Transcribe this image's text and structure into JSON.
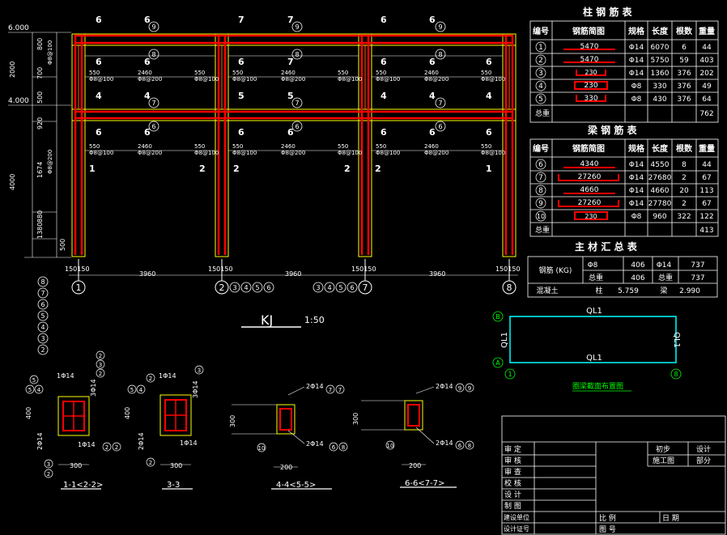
{
  "elevation": {
    "title": "KJ",
    "scale": "1:50",
    "levels": [
      "6.000",
      "4.000"
    ],
    "left_dims": [
      "800",
      "700",
      "500",
      "920",
      "1674",
      "880",
      "1380",
      "500"
    ],
    "left_small": [
      "Φ8@100",
      "Φ8@200"
    ],
    "spans": [
      "3960",
      "3960",
      "3960"
    ],
    "gap": "150150",
    "axes": [
      "1",
      "2",
      "7",
      "8"
    ],
    "axis_between": [
      "2",
      "3",
      "4",
      "5",
      "6"
    ],
    "beam_labels": [
      "550",
      "550",
      "2460",
      "2460",
      "550",
      "Φ8@100",
      "Φ8@200",
      "Φ8@100"
    ],
    "col_marks": [
      "9",
      "8",
      "7",
      "6",
      "5",
      "4",
      "3",
      "2",
      "1"
    ]
  },
  "sections": [
    {
      "label": "1-1<2-2>",
      "width": "300",
      "height": "400",
      "top": "1Φ14",
      "side": "3Φ14",
      "bottom": "2Φ14",
      "bottom2": "1Φ14",
      "marks": [
        "5",
        "4",
        "3",
        "2"
      ]
    },
    {
      "label": "3-3",
      "width": "300",
      "height": "400",
      "top": "1Φ14",
      "side": "3Φ14",
      "bottom": "2Φ14",
      "bottom2": "1Φ14",
      "marks": [
        "5",
        "4",
        "3"
      ]
    },
    {
      "label": "4-4<5-5>",
      "width": "200",
      "height": "300",
      "top": "2Φ14",
      "bottom": "2Φ14",
      "marks_top": [
        "7",
        "7"
      ],
      "marks_bot": [
        "6",
        "8"
      ],
      "stirrup": "10"
    },
    {
      "label": "6-6<7-7>",
      "width": "200",
      "height": "300",
      "top": "2Φ14",
      "bottom": "2Φ14",
      "marks_top": [
        "9",
        "9"
      ],
      "marks_bot": [
        "6",
        "8"
      ],
      "stirrup": "10"
    }
  ],
  "col_table": {
    "title": "柱 钢 筋 表",
    "headers": [
      "编号",
      "钢筋简图",
      "规格",
      "长度",
      "根数",
      "重量"
    ],
    "rows": [
      {
        "no": "1",
        "shape": "5470",
        "spec": "Φ14",
        "len": "6070",
        "cnt": "6",
        "wt": "44"
      },
      {
        "no": "2",
        "shape": "5470",
        "spec": "Φ14",
        "len": "5750",
        "cnt": "59",
        "wt": "403"
      },
      {
        "no": "3",
        "shape": "230",
        "spec": "Φ14",
        "len": "1360",
        "cnt": "376",
        "wt": "202"
      },
      {
        "no": "4",
        "shape": "230",
        "spec": "Φ8",
        "len": "330",
        "cnt": "376",
        "wt": "49"
      },
      {
        "no": "5",
        "shape": "330",
        "spec": "Φ8",
        "len": "430",
        "cnt": "376",
        "wt": "64"
      }
    ],
    "total_label": "总重",
    "total": "762"
  },
  "beam_table": {
    "title": "梁 钢 筋 表",
    "headers": [
      "编号",
      "钢筋简图",
      "规格",
      "长度",
      "根数",
      "重量"
    ],
    "rows": [
      {
        "no": "6",
        "shape": "4340",
        "spec": "Φ14",
        "len": "4550",
        "cnt": "8",
        "wt": "44"
      },
      {
        "no": "7",
        "shape": "27260",
        "spec": "Φ14",
        "len": "27680",
        "cnt": "2",
        "wt": "67"
      },
      {
        "no": "8",
        "shape": "4660",
        "spec": "Φ14",
        "len": "4660",
        "cnt": "20",
        "wt": "113"
      },
      {
        "no": "9",
        "shape": "27260",
        "spec": "Φ14",
        "len": "27780",
        "cnt": "2",
        "wt": "67"
      },
      {
        "no": "10",
        "shape": "230",
        "spec": "Φ8",
        "len": "960",
        "cnt": "322",
        "wt": "122"
      }
    ],
    "total_label": "总重",
    "total": "413"
  },
  "summary_table": {
    "title": "主 材 汇 总 表",
    "r1": [
      "钢筋 (KG)",
      "Φ8",
      "406",
      "Φ14",
      "737"
    ],
    "r2": [
      "总重",
      "406",
      "总重",
      "737"
    ],
    "r3": [
      "混凝土",
      "柱",
      "5.759",
      "梁",
      "2.990"
    ]
  },
  "plan": {
    "top": "QL1",
    "bottom": "QL1",
    "left": "QL1",
    "right": "QL1",
    "axis_b": "B",
    "axis_a": "A",
    "axis_1": "1",
    "axis_8": "8",
    "caption": "圈梁截面布置图"
  },
  "title_block": {
    "rows": [
      "审 定",
      "审 核",
      "审 查",
      "校 核",
      "设 计",
      "制 图",
      "建设单位",
      "设计证号"
    ],
    "r1": [
      "初步",
      "设计"
    ],
    "r2": [
      "施工图",
      "部分"
    ],
    "scale_label": "比 例",
    "date_label": "日 期",
    "no_label": "图 号"
  },
  "colors": {
    "bg": "#000000",
    "rebar": "#ff0000",
    "outline": "#ffff00",
    "line": "#ffffff",
    "plan": "#00ffff",
    "green": "#00ff00"
  }
}
